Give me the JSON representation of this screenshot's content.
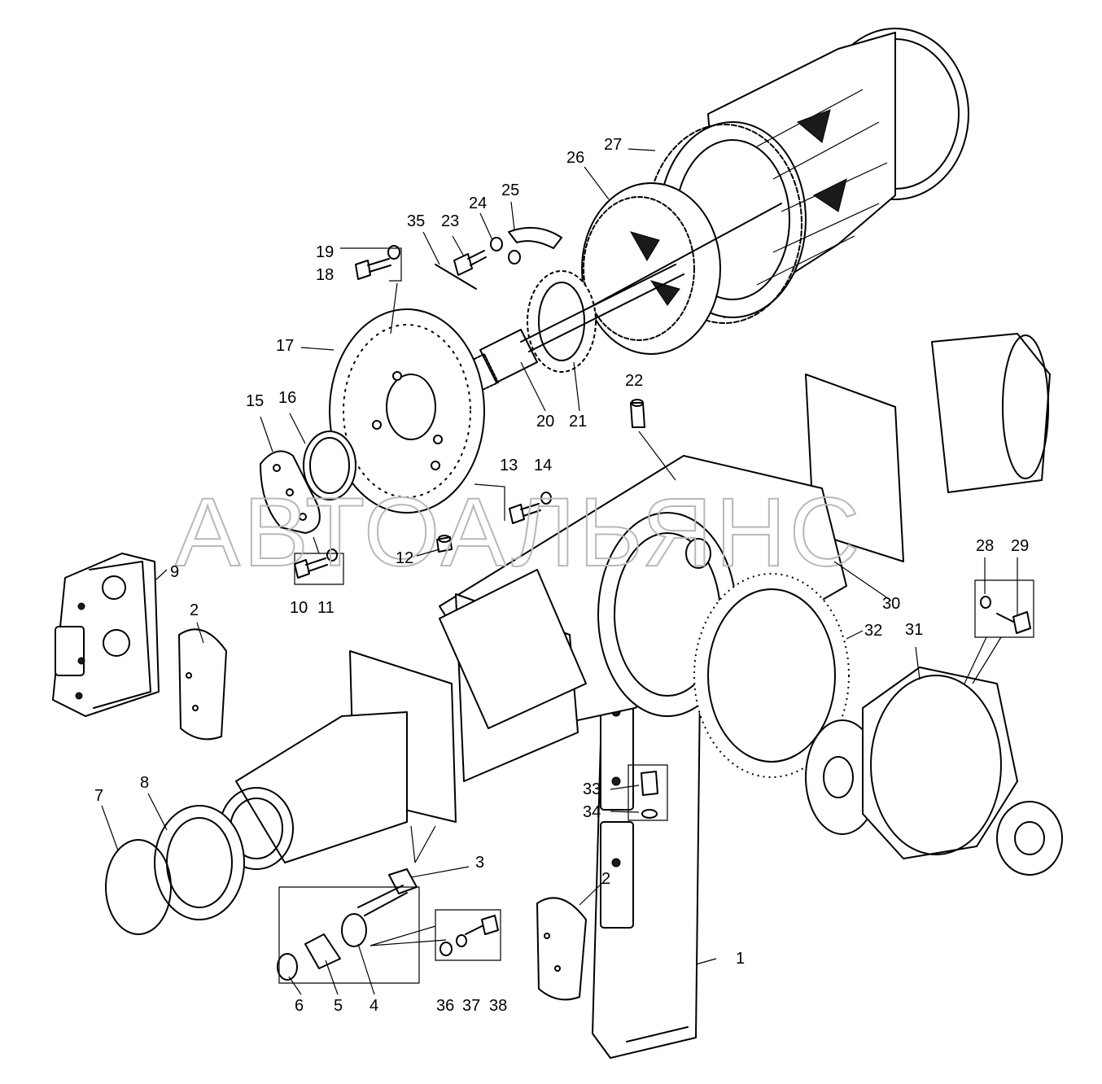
{
  "watermark": "АВТОАЛЬЯНС",
  "callouts": [
    "1",
    "2",
    "2",
    "3",
    "4",
    "5",
    "6",
    "7",
    "8",
    "9",
    "10",
    "11",
    "12",
    "13",
    "14",
    "15",
    "16",
    "17",
    "18",
    "19",
    "20",
    "21",
    "22",
    "23",
    "24",
    "25",
    "26",
    "27",
    "28",
    "29",
    "30",
    "31",
    "32",
    "33",
    "34",
    "35",
    "36",
    "37",
    "38"
  ]
}
